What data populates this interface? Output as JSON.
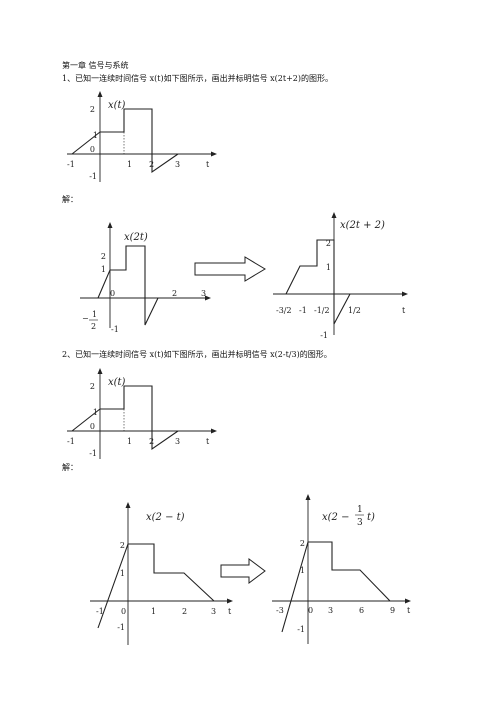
{
  "doc": {
    "chapter_title": "第一章 信号与系统",
    "problem1": "1、已知一连续时间信号 x(t)如下图所示，画出并标明信号 x(2t+2)的图形。",
    "problem2": "2、已知一连续时间信号 x(t)如下图所示，画出并标明信号 x(2-t/3)的图形。",
    "solution_label": "解："
  },
  "figures": {
    "orig": {
      "label": "x(t)",
      "t": "t",
      "origin": "0",
      "xticks": [
        "-1",
        "1",
        "2",
        "3"
      ],
      "yticks": [
        "2",
        "1",
        "-1"
      ]
    },
    "f1b": {
      "label": "x(2t)",
      "t": "t",
      "origin": "0",
      "xticks": [
        "2",
        "3"
      ],
      "yticks": [
        "2",
        "1",
        "-1"
      ],
      "half_neg": "−",
      "half_num": "1",
      "half_den": "2"
    },
    "f1c": {
      "label": "x(2t + 2)",
      "t": "t",
      "xticks": [
        "-3/2",
        "-1",
        "-1/2",
        "1/2"
      ],
      "yticks": [
        "2",
        "1",
        "-1"
      ]
    },
    "f2b": {
      "label": "x(2 − t)",
      "t": "t",
      "origin": "0",
      "xticks": [
        "-1",
        "1",
        "2",
        "3"
      ],
      "yticks": [
        "2",
        "1",
        "-1"
      ]
    },
    "f2c": {
      "label_pre": "x(2 −",
      "label_num": "1",
      "label_den": "3",
      "label_post": "t)",
      "t": "t",
      "origin": "0",
      "xticks": [
        "-3",
        "3",
        "6",
        "9"
      ],
      "yticks": [
        "2",
        "1",
        "-1"
      ]
    }
  },
  "chart_data": [
    {
      "type": "line",
      "title": "x(t)",
      "x": [
        -1,
        0,
        0,
        1,
        1,
        2,
        2,
        3
      ],
      "y": [
        0,
        1,
        1,
        1,
        2,
        2,
        -1,
        0
      ]
    },
    {
      "type": "line",
      "title": "x(2t)",
      "x": [
        -0.5,
        0,
        0,
        0.5,
        0.5,
        1,
        1,
        1.5
      ],
      "y": [
        0,
        1,
        1,
        1,
        2,
        2,
        -1,
        0
      ]
    },
    {
      "type": "line",
      "title": "x(2t+2)",
      "x": [
        -1.5,
        -1,
        -1,
        -0.5,
        -0.5,
        0,
        0,
        0.5
      ],
      "y": [
        0,
        1,
        1,
        1,
        2,
        2,
        -1,
        0
      ]
    },
    {
      "type": "line",
      "title": "x(2-t)",
      "x": [
        -1,
        0,
        0,
        1,
        1,
        2,
        3
      ],
      "y": [
        -1,
        2,
        2,
        2,
        1,
        1,
        0
      ]
    },
    {
      "type": "line",
      "title": "x(2-t/3)",
      "x": [
        -3,
        0,
        0,
        3,
        3,
        6,
        9
      ],
      "y": [
        -1,
        2,
        2,
        2,
        1,
        1,
        0
      ]
    }
  ]
}
